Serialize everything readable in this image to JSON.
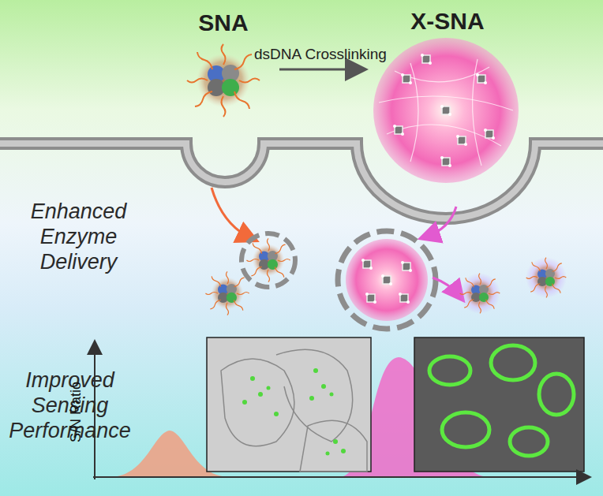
{
  "diagram": {
    "nodes": [
      {
        "text": [
          "SNA"
        ]
      },
      {
        "text": [
          "X-SNA"
        ]
      }
    ],
    "edges": [
      {
        "from": 0,
        "to": 1,
        "arrow": "to",
        "label": "dsDNA Crosslinking"
      }
    ],
    "labels": [
      "Enhanced Enzyme Delivery",
      "Improved Sensing Performance",
      "S/N Ratio"
    ]
  }
}
